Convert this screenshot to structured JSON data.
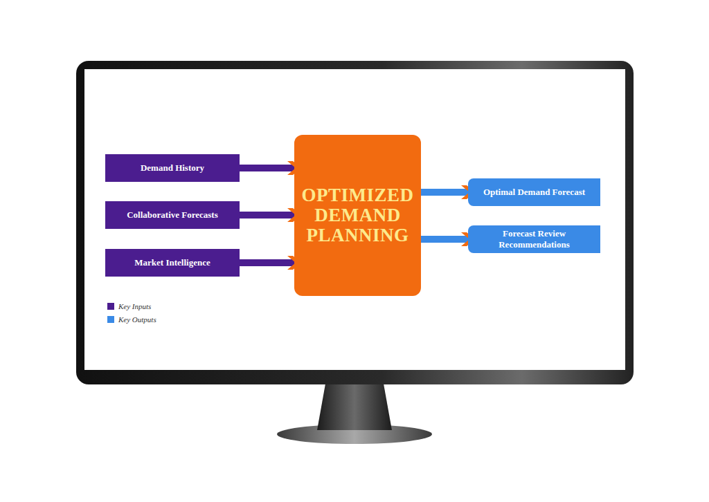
{
  "diagram": {
    "nodes": [
      {
        "text": [
          "Demand History"
        ]
      },
      {
        "text": [
          "Collaborative Forecasts"
        ]
      },
      {
        "text": [
          "Market Intelligence"
        ]
      },
      {
        "text": [
          "OPTIMIZED DEMAND PLANNING"
        ]
      },
      {
        "text": [
          "Optimal Demand Forecast"
        ]
      },
      {
        "text": [
          "Forecast Review Recommendations"
        ]
      }
    ],
    "edges": [
      {
        "from": 0,
        "to": 3,
        "arrow": "to"
      },
      {
        "from": 1,
        "to": 3,
        "arrow": "to"
      },
      {
        "from": 2,
        "to": 3,
        "arrow": "to"
      },
      {
        "from": 3,
        "to": 4,
        "arrow": "to"
      },
      {
        "from": 3,
        "to": 5,
        "arrow": "to"
      }
    ],
    "legend": [
      {
        "text": "Key Inputs",
        "color": "#4b1d8f"
      },
      {
        "text": "Key Outputs",
        "color": "#3a8ae6"
      }
    ]
  }
}
